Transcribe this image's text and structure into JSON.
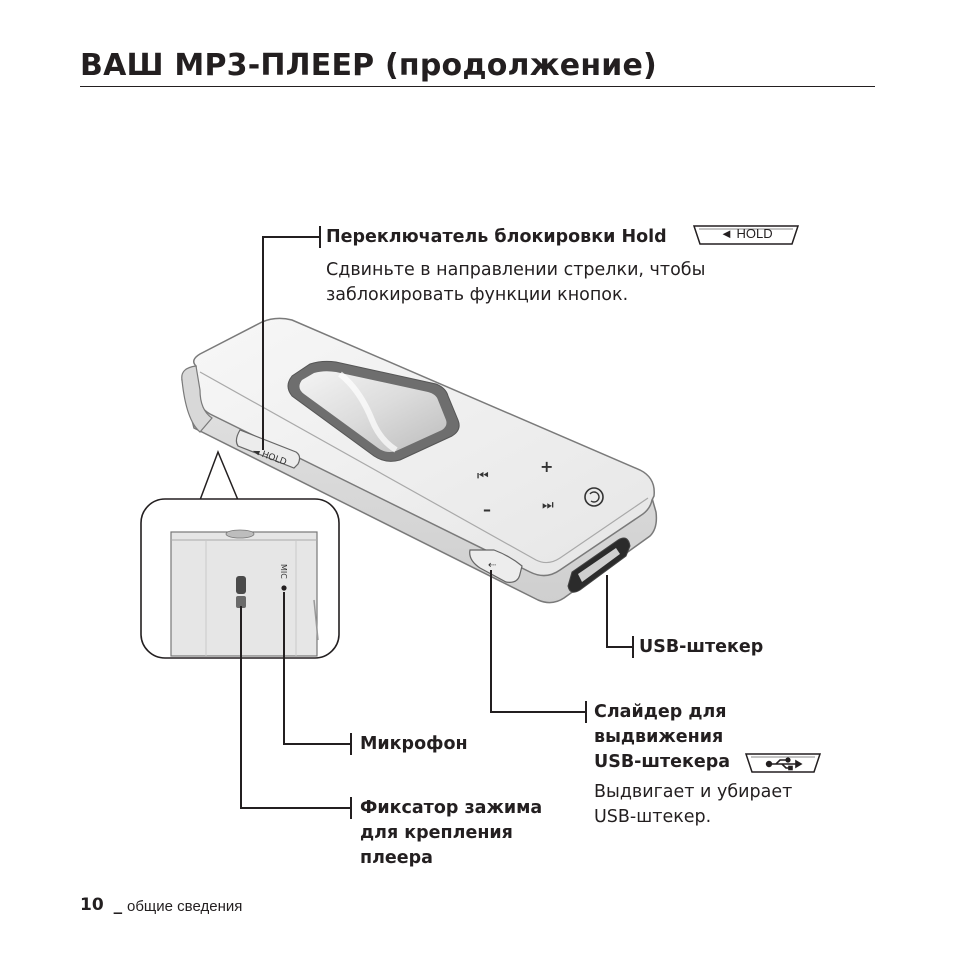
{
  "page": {
    "title": "ВАШ MP3-ПЛЕЕР (продолжение)",
    "footer": {
      "page_number": "10",
      "separator": "_",
      "section": "общие сведения"
    }
  },
  "device": {
    "hold_switch_text": "◄ HOLD",
    "mic_mark": "MIC",
    "buttons": [
      "⏮",
      "+",
      "⏭",
      "–",
      "⟲"
    ]
  },
  "callouts": {
    "hold": {
      "label": "Переключатель блокировки Hold",
      "badge_text": "◄ HOLD",
      "description": "Сдвиньте в направлении стрелки, чтобы заблокировать функции кнопок."
    },
    "usb_plug": {
      "label": "USB-штекер"
    },
    "usb_slider": {
      "label_line1": "Слайдер для",
      "label_line2": "выдвижения",
      "label_line3": "USB-штекера",
      "badge_icon": "usb-icon",
      "description": "Выдвигает и убирает USB-штекер."
    },
    "microphone": {
      "label": "Микрофон"
    },
    "clip_holder": {
      "label_line1": "Фиксатор зажима",
      "label_line2": "для крепления",
      "label_line3": "плеера"
    }
  }
}
